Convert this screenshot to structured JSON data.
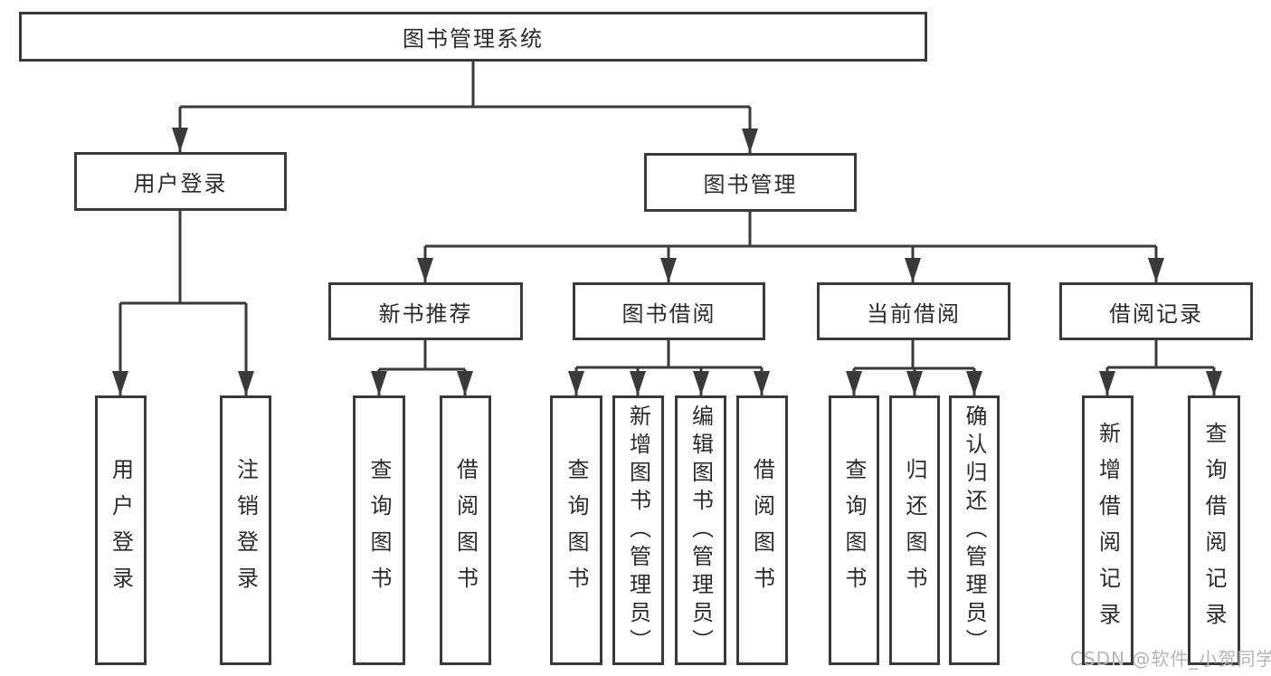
{
  "tree": {
    "root": "图书管理系统",
    "branches": [
      {
        "label": "用户登录",
        "children": [
          "用户登录",
          "注销登录"
        ]
      },
      {
        "label": "图书管理",
        "sections": [
          {
            "label": "新书推荐",
            "children": [
              "查询图书",
              "借阅图书"
            ]
          },
          {
            "label": "图书借阅",
            "children": [
              "查询图书",
              "新增图书（管理员）",
              "编辑图书（管理员）",
              "借阅图书"
            ]
          },
          {
            "label": "当前借阅",
            "children": [
              "查询图书",
              "归还图书",
              "确认归还（管理员）"
            ]
          },
          {
            "label": "借阅记录",
            "children": [
              "新增借阅记录",
              "查询借阅记录"
            ]
          }
        ]
      }
    ]
  },
  "watermark": "CSDN @软件_小贺同学",
  "colors": {
    "line": "#3a3a3a",
    "box_border": "#3a3a3a",
    "box_background": "#ffffff",
    "text": "#2b2b2b",
    "watermark": "#b5b5b5",
    "background": "#ffffff"
  }
}
